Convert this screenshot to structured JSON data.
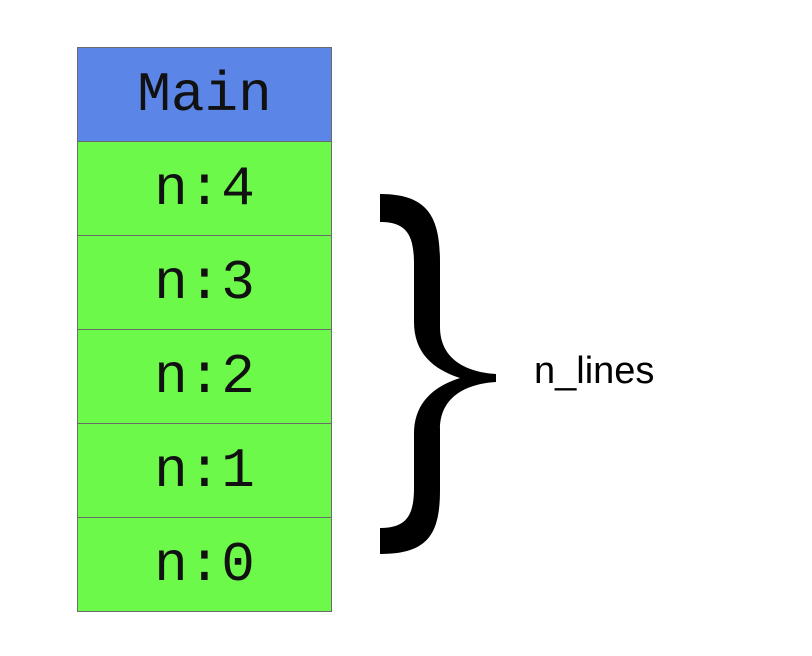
{
  "stack": {
    "header": {
      "label": "Main",
      "color": "#5b86e8"
    },
    "frame_color": "#6cf94a",
    "frames": [
      {
        "label": "n:4"
      },
      {
        "label": "n:3"
      },
      {
        "label": "n:2"
      },
      {
        "label": "n:1"
      },
      {
        "label": "n:0"
      }
    ]
  },
  "annotation": {
    "label": "n_lines",
    "icon": "right-curly-brace-icon"
  }
}
